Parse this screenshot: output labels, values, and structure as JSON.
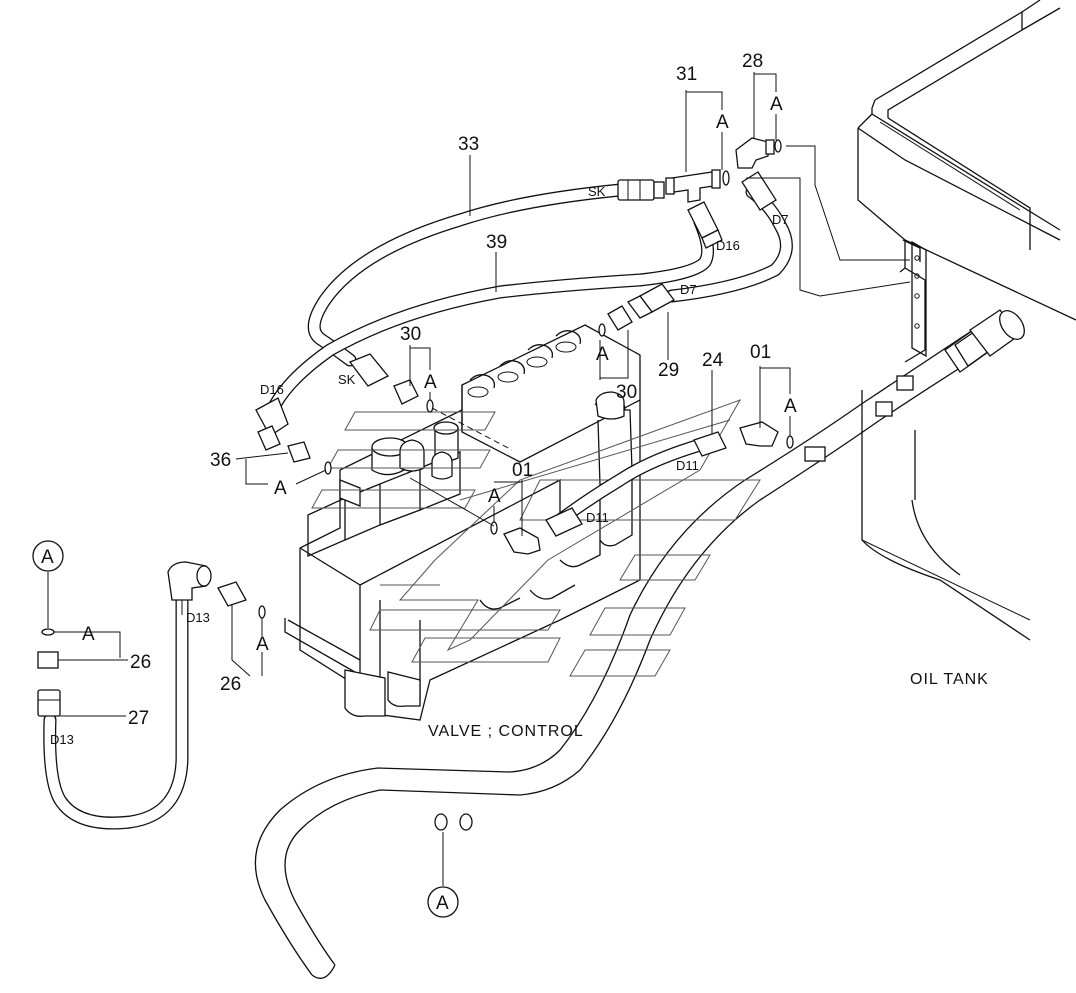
{
  "labels": {
    "oil_tank": "OIL TANK",
    "valve_control": "VALVE ; CONTROL"
  },
  "callouts": {
    "p31": "31",
    "p28": "28",
    "p33": "33",
    "p39": "39",
    "p30_upper": "30",
    "p30_lower": "30",
    "p29": "29",
    "p24": "24",
    "p01_right": "01",
    "p01_center": "01",
    "p36": "36",
    "p26_left": "26",
    "p27": "27",
    "p26_center": "26"
  },
  "line_codes": {
    "sk_upper": "SK",
    "sk_lower": "SK",
    "d16_upper": "D16",
    "d16_lower": "D16",
    "d7_upper": "D7",
    "d7_lower": "D7",
    "d11_upper": "D11",
    "d11_lower": "D11",
    "d13_upper": "D13",
    "d13_lower": "D13"
  },
  "a_marks": {
    "a_31": "A",
    "a_28": "A",
    "a_30_upper": "A",
    "a_30_lower": "A",
    "a_01_right": "A",
    "a_01_center": "A",
    "a_36": "A",
    "a_26_left": "A",
    "a_26_center": "A"
  },
  "circle_refs": {
    "left": "A",
    "bottom": "A"
  },
  "icons": {
    "valve_block": "control-valve-block",
    "tank": "oil-tank-outline",
    "fittings": [
      "elbow-fitting",
      "tee-fitting",
      "straight-adapter",
      "o-ring",
      "hose-end-fitting"
    ]
  }
}
